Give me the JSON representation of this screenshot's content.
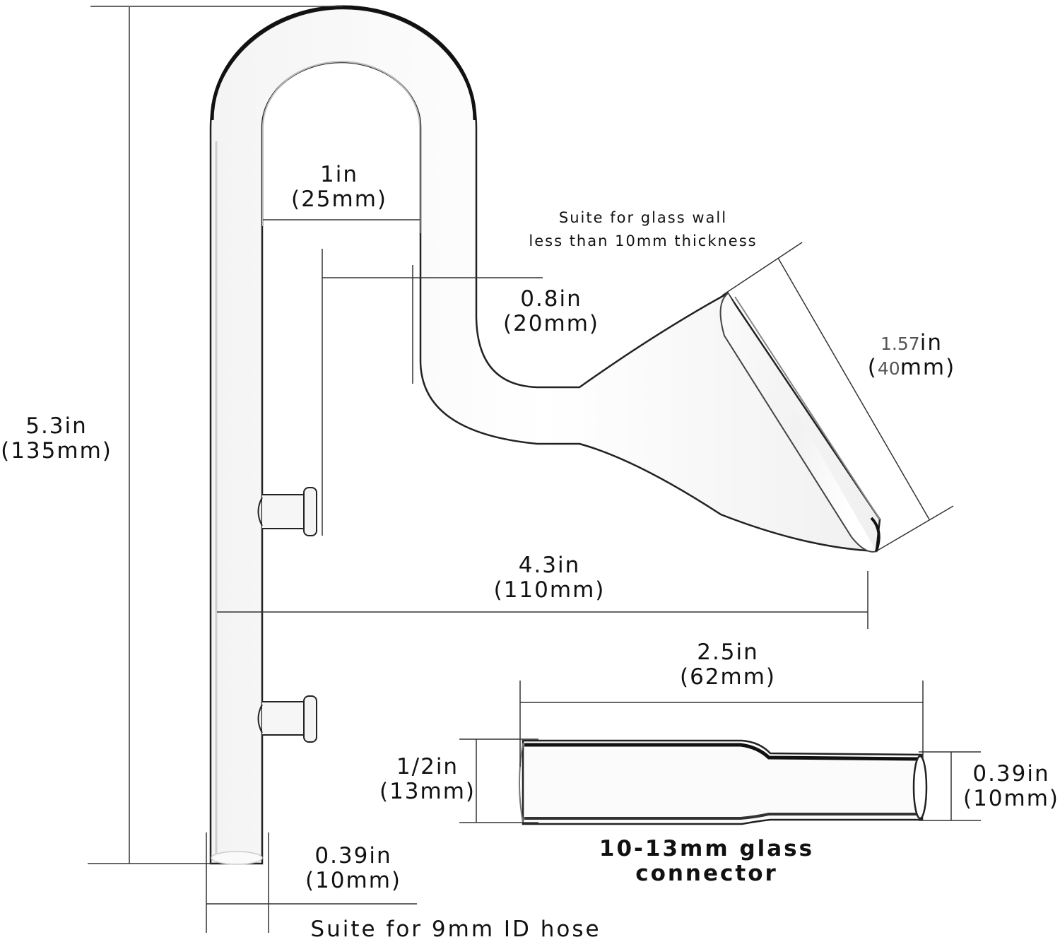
{
  "dimensions": {
    "height": {
      "value": "5.3in",
      "metric": "(135mm)"
    },
    "inner_width": {
      "value": "1in",
      "metric": "(25mm)"
    },
    "depth": {
      "value": "0.8in",
      "metric": "(20mm)"
    },
    "inlet": {
      "value_num": "1.57",
      "value_unit": "in",
      "metric_open": "(",
      "metric_num": "40",
      "metric_unit": "mm)"
    },
    "reach": {
      "value": "4.3in",
      "metric": "(110mm)"
    },
    "tube_diameter": {
      "value": "0.39in",
      "metric": "(10mm)"
    },
    "connector_length": {
      "value": "2.5in",
      "metric": "(62mm)"
    },
    "connector_large_end": {
      "value": "1/2in",
      "metric": "(13mm)"
    },
    "connector_small_end": {
      "value": "0.39in",
      "metric": "(10mm)"
    }
  },
  "notes": {
    "glass_wall_line1": "Suite for glass wall",
    "glass_wall_line2": "less than 10mm thickness",
    "connector_line1": "10-13mm glass",
    "connector_line2": "connector",
    "hose": "Suite for 9mm ID hose"
  }
}
